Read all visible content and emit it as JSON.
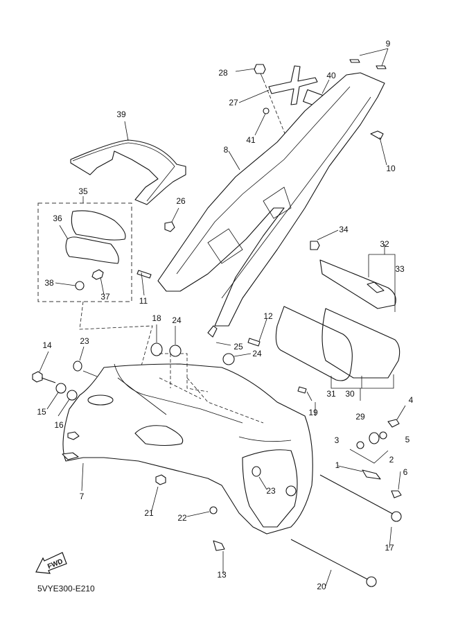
{
  "diagram": {
    "title": "Frame parts exploded view",
    "drawing_code": "5VYE300-E210",
    "fwd_label": "FWD",
    "callouts": {
      "c1": "1",
      "c2": "2",
      "c3": "3",
      "c4": "4",
      "c5": "5",
      "c6": "6",
      "c7": "7",
      "c8": "8",
      "c9": "9",
      "c10": "10",
      "c11": "11",
      "c12": "12",
      "c13": "13",
      "c14": "14",
      "c15": "15",
      "c16": "16",
      "c17": "17",
      "c18": "18",
      "c19": "19",
      "c20": "20",
      "c21": "21",
      "c22": "22",
      "c23a": "23",
      "c23b": "23",
      "c24a": "24",
      "c24b": "24",
      "c25": "25",
      "c26": "26",
      "c27": "27",
      "c28": "28",
      "c29": "29",
      "c30": "30",
      "c31": "31",
      "c32": "32",
      "c33": "33",
      "c34": "34",
      "c35": "35",
      "c36": "36",
      "c37": "37",
      "c38": "38",
      "c39": "39",
      "c40": "40",
      "c41": "41"
    }
  }
}
